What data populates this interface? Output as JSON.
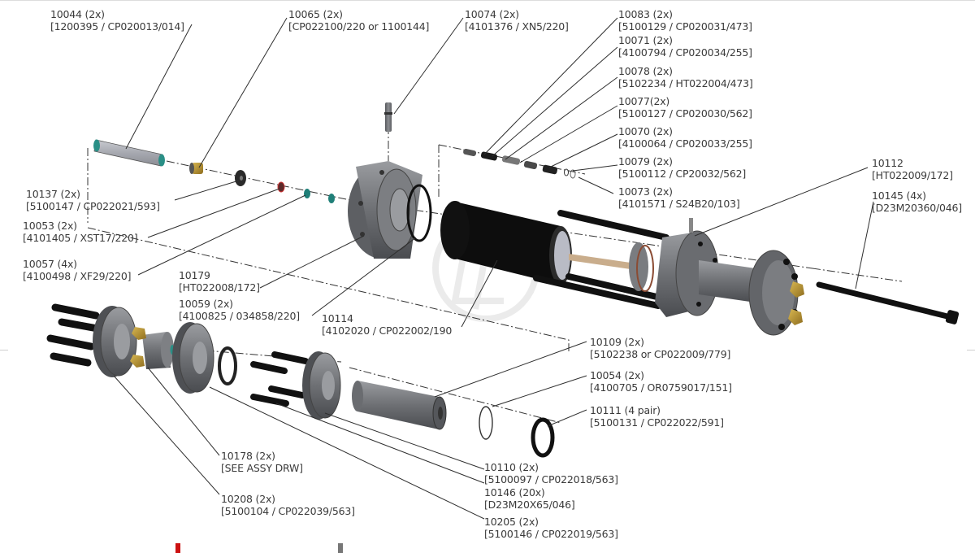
{
  "diagram": {
    "title": "Exploded assembly view",
    "watermark": "LH",
    "colors": {
      "text": "#3a3a3a",
      "leader": "#2e2e2e",
      "metal": "#6f7175",
      "dark": "#111111",
      "brass": "#b58f2b",
      "teal": "#2a8f86",
      "rod": "#c9ad8c"
    },
    "callouts": [
      {
        "id": "10044",
        "qty": "(2x)",
        "line1": "10044 (2x)",
        "line2": "[1200395 / CP020013/014]"
      },
      {
        "id": "10065",
        "qty": "(2x)",
        "line1": "10065 (2x)",
        "line2": "[CP022100/220 or 1100144]"
      },
      {
        "id": "10074",
        "qty": "(2x)",
        "line1": "10074 (2x)",
        "line2": "[4101376 / XN5/220]"
      },
      {
        "id": "10083",
        "qty": "(2x)",
        "line1": "10083 (2x)",
        "line2": "[5100129 / CP020031/473]"
      },
      {
        "id": "10071",
        "qty": "(2x)",
        "line1": "10071 (2x)",
        "line2": "[4100794 / CP020034/255]"
      },
      {
        "id": "10078",
        "qty": "(2x)",
        "line1": "10078 (2x)",
        "line2": "[5102234 / HT022004/473]"
      },
      {
        "id": "10077",
        "qty": "(2x)",
        "line1": "10077(2x)",
        "line2": "[5100127 / CP020030/562]"
      },
      {
        "id": "10070",
        "qty": "(2x)",
        "line1": "10070 (2x)",
        "line2": "[4100064 / CP020033/255]"
      },
      {
        "id": "10079",
        "qty": "(2x)",
        "line1": "10079 (2x)",
        "line2": "[5100112 / CP20032/562]"
      },
      {
        "id": "10073",
        "qty": "(2x)",
        "line1": "10073 (2x)",
        "line2": "[4101571 / S24B20/103]"
      },
      {
        "id": "10112",
        "qty": "",
        "line1": "10112",
        "line2": "[HT022009/172]"
      },
      {
        "id": "10145",
        "qty": "(4x)",
        "line1": "10145 (4x)",
        "line2": "[D23M20360/046]"
      },
      {
        "id": "10137",
        "qty": "(2x)",
        "line1": "10137 (2x)",
        "line2": "[5100147 / CP022021/593]"
      },
      {
        "id": "10053",
        "qty": "(2x)",
        "line1": "10053 (2x)",
        "line2": "[4101405 / XST17/220]"
      },
      {
        "id": "10057",
        "qty": "(4x)",
        "line1": "10057 (4x)",
        "line2": "[4100498 / XF29/220]"
      },
      {
        "id": "10179",
        "qty": "",
        "line1": "10179",
        "line2": "[HT022008/172]"
      },
      {
        "id": "10059",
        "qty": "(2x)",
        "line1": "10059 (2x)",
        "line2": "[4100825 / 034858/220]"
      },
      {
        "id": "10114",
        "qty": "",
        "line1": "10114",
        "line2": "[4102020 / CP022002/190"
      },
      {
        "id": "10109",
        "qty": "(2x)",
        "line1": "10109 (2x)",
        "line2": "[5102238 or CP022009/779]"
      },
      {
        "id": "10054",
        "qty": "(2x)",
        "line1": "10054 (2x)",
        "line2": "[4100705 / OR0759017/151]"
      },
      {
        "id": "10111",
        "qty": "(4 pair)",
        "line1": "10111 (4 pair)",
        "line2": "[5100131 / CP022022/591]"
      },
      {
        "id": "10178",
        "qty": "(2x)",
        "line1": "10178 (2x)",
        "line2": "[SEE ASSY DRW]"
      },
      {
        "id": "10208",
        "qty": "(2x)",
        "line1": "10208 (2x)",
        "line2": "[5100104 / CP022039/563]"
      },
      {
        "id": "10110",
        "qty": "(2x)",
        "line1": "10110 (2x)",
        "line2": "[5100097 / CP022018/563]"
      },
      {
        "id": "10146",
        "qty": "(20x)",
        "line1": "10146 (20x)",
        "line2": "[D23M20X65/046]"
      },
      {
        "id": "10205",
        "qty": "(2x)",
        "line1": "10205 (2x)",
        "line2": "[5100146 / CP022019/563]"
      }
    ]
  }
}
